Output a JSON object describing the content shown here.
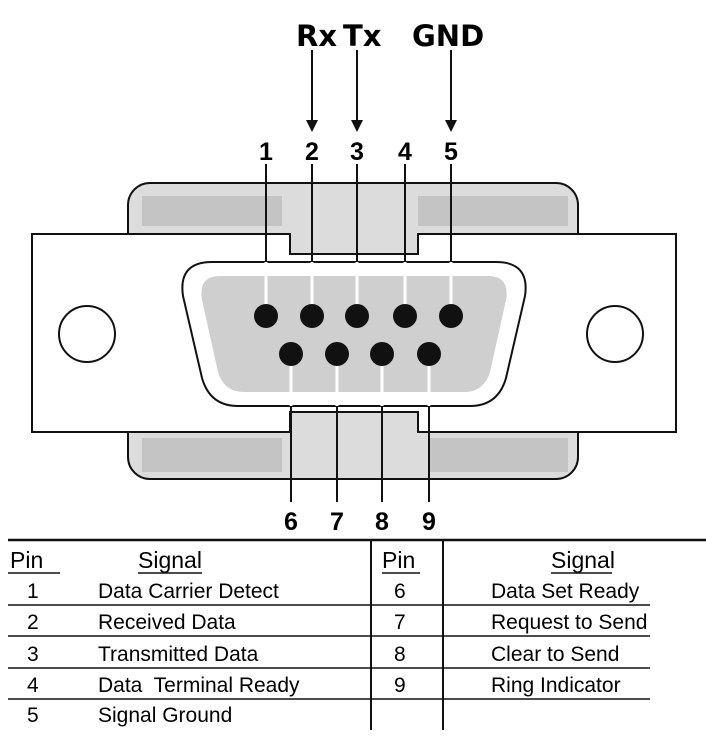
{
  "signal_labels": [
    {
      "text": "Rx",
      "pin": "2"
    },
    {
      "text": "Tx",
      "pin": "3"
    },
    {
      "text": "GND",
      "pin": "5"
    }
  ],
  "pins_top": [
    "1",
    "2",
    "3",
    "4",
    "5"
  ],
  "pins_bottom": [
    "6",
    "7",
    "8",
    "9"
  ],
  "table": {
    "headers": [
      "Pin",
      "Signal",
      "Pin",
      "Signal"
    ],
    "left_rows": [
      {
        "pin": "1",
        "signal": "Data Carrier Detect"
      },
      {
        "pin": "2",
        "signal": "Received Data"
      },
      {
        "pin": "3",
        "signal": "Transmitted Data"
      },
      {
        "pin": "4",
        "signal": "Data  Terminal Ready"
      },
      {
        "pin": "5",
        "signal": "Signal Ground"
      }
    ],
    "right_rows": [
      {
        "pin": "6",
        "signal": "Data Set Ready"
      },
      {
        "pin": "7",
        "signal": "Request to Send"
      },
      {
        "pin": "8",
        "signal": "Clear to Send"
      },
      {
        "pin": "9",
        "signal": "Ring Indicator"
      }
    ]
  },
  "colors": {
    "line": "#111111",
    "shell": "#d8d8d8",
    "face": "#c8c8c8",
    "pin": "#111111"
  }
}
